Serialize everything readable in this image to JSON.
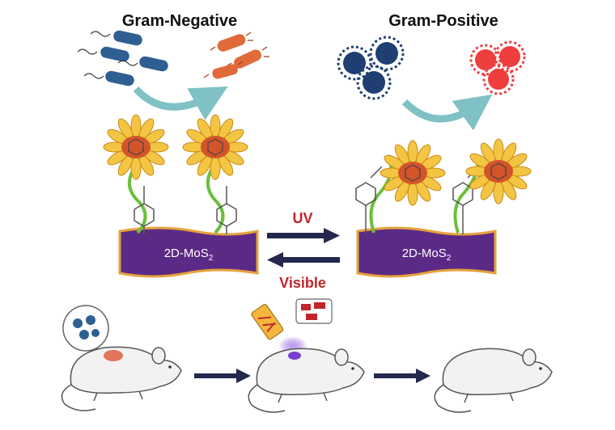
{
  "labels": {
    "gram_negative": "Gram-Negative",
    "gram_positive": "Gram-Positive",
    "uv": "UV",
    "visible": "Visible",
    "mos2_left": "2D-MoS",
    "mos2_left_sub": "2",
    "mos2_right": "2D-MoS",
    "mos2_right_sub": "2"
  },
  "colors": {
    "gram_negative_title": "#111111",
    "gram_positive_title": "#111111",
    "uv_label": "#c0262c",
    "visible_label": "#c0262c",
    "mos2_sheet": "#5b2a86",
    "mos2_border": "#e6a23c",
    "arrow": "#23284e",
    "rod_bacteria": "#2f5f92",
    "rod_bacteria_dead": "#e06a3a",
    "coccus_bacteria": "#1f3f73",
    "coccus_bacteria_dead": "#ee3e3e",
    "curved_arrow": "#7fc1c4",
    "sunflower_petal": "#f4c542",
    "sunflower_center": "#d4542a",
    "linker": "#6cbf3a",
    "mouse_body": "#f2f2f2",
    "infection_spot": "#e2745a",
    "uv_beam": "#7a3dd1"
  },
  "icons": [
    "rod-bacteria-icon",
    "coccus-bacteria-icon",
    "sunflower-icon",
    "mouse-icon",
    "flashlight-icon",
    "zoom-bubble-icon"
  ]
}
